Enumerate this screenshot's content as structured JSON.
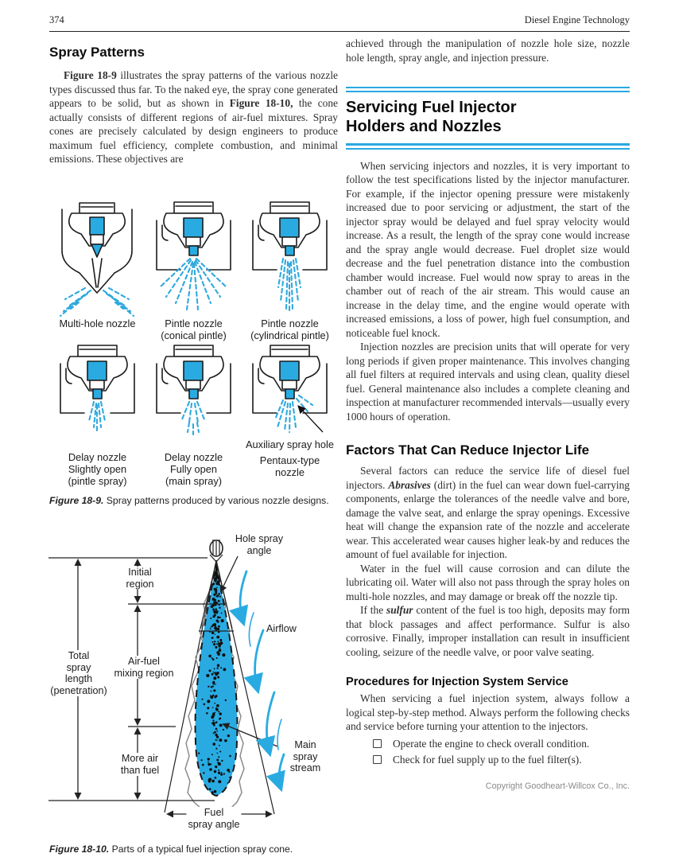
{
  "page": {
    "number": "374",
    "running_head": "Diesel Engine Technology",
    "copyright": "Copyright Goodheart-Willcox Co., Inc."
  },
  "colors": {
    "accent_blue": "#29A8E0",
    "spray_blue": "#29ABE2"
  },
  "left": {
    "heading": "Spray Patterns",
    "para1": [
      {
        "t": "Figure 18-9",
        "b": true
      },
      {
        "t": " illustrates the spray patterns of the various nozzle types discussed thus far. To the naked eye, the spray cone generated appears to be solid, but as shown in "
      },
      {
        "t": "Figure 18-10,",
        "b": true
      },
      {
        "t": " the cone actually consists of different regions of air-fuel mixtures. Spray cones are precisely calculated by design engineers to produce maximum fuel efficiency, complete combustion, and minimal emissions. These objectives are"
      }
    ],
    "fig9": {
      "labels": [
        "Multi-hole nozzle",
        "Pintle nozzle\n(conical pintle)",
        "Pintle nozzle\n(cylindrical pintle)",
        "Delay nozzle\nSlightly open\n(pintle spray)",
        "Delay nozzle\nFully open\n(main spray)",
        "Pentaux-type\nnozzle"
      ],
      "aux_label": "Auxiliary spray hole",
      "caption": [
        {
          "t": "Figure 18-9.",
          "b": true,
          "i": true
        },
        {
          "t": " Spray patterns produced by various nozzle designs."
        }
      ]
    },
    "fig10": {
      "labels": {
        "hole_spray_angle": "Hole spray\nangle",
        "initial_region": "Initial\nregion",
        "airflow": "Airflow",
        "total_spray": "Total\nspray\nlength\n(penetration)",
        "air_fuel": "Air-fuel\nmixing region",
        "more_air": "More air\nthan fuel",
        "main_spray": "Main spray\nstream",
        "fuel_spray_angle": "Fuel\nspray angle"
      },
      "caption": [
        {
          "t": "Figure 18-10.",
          "b": true,
          "i": true
        },
        {
          "t": " Parts of a typical fuel injection spray cone."
        }
      ]
    }
  },
  "right": {
    "intro": "achieved through the manipulation of nozzle hole size, nozzle hole length, spray angle, and injection pressure.",
    "section1": {
      "heading": "Servicing Fuel Injector\nHolders and Nozzles",
      "para1": "When servicing injectors and nozzles, it is very important to follow the test specifications listed by the injector manufacturer. For example, if the injector opening pressure were mistakenly increased due to poor servicing or adjustment, the start of the injector spray would be delayed and fuel spray velocity would increase. As a result, the length of the spray cone would increase and the spray angle would decrease. Fuel droplet size would decrease and the fuel penetration distance into the combustion chamber would increase. Fuel would now spray to areas in the chamber out of reach of the air stream. This would cause an increase in the delay time, and the engine would operate with increased emissions, a loss of power, high fuel consumption, and noticeable fuel knock.",
      "para2": "Injection nozzles are precision units that will operate for very long periods if given proper maintenance. This involves changing all fuel filters at required intervals and using clean, quality diesel fuel. General maintenance also includes a complete cleaning and inspection at manufacturer recommended intervals—usually every 1000 hours of operation."
    },
    "section2": {
      "heading": "Factors That Can Reduce Injector Life",
      "para1": [
        {
          "t": "Several factors can reduce the service life of diesel fuel injectors. "
        },
        {
          "t": "Abrasives",
          "b": true,
          "i": true
        },
        {
          "t": " (dirt) in the fuel can wear down fuel-carrying components, enlarge the tolerances of the needle valve and bore, damage the valve seat, and enlarge the spray openings. Excessive heat will change the expansion rate of the nozzle and accelerate wear. This accelerated wear causes higher leak-by and reduces the amount of fuel available for injection."
        }
      ],
      "para2": "Water in the fuel will cause corrosion and can dilute the lubricating oil. Water will also not pass through the spray holes on multi-hole nozzles, and may damage or break off the nozzle tip.",
      "para3": [
        {
          "t": "If the "
        },
        {
          "t": "sulfur",
          "b": true,
          "i": true
        },
        {
          "t": " content of the fuel is too high, deposits may form that block passages and affect performance. Sulfur is also corrosive. Finally, improper installation can result in insufficient cooling, seizure of the needle valve, or poor valve seating."
        }
      ]
    },
    "section3": {
      "heading": "Procedures for Injection System Service",
      "para1": "When servicing a fuel injection system, always follow a logical step-by-step method. Always perform the following checks and service before turning your attention to the injectors.",
      "bullets": [
        "Operate the engine to check overall condition.",
        "Check for fuel supply up to the fuel filter(s)."
      ]
    }
  }
}
